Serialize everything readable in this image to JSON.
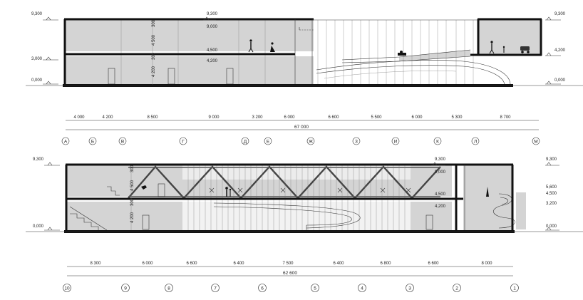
{
  "section_top": {
    "left_levels": [
      "9,300",
      "3,000",
      "0,000"
    ],
    "center_levels": [
      "9,300",
      "9,000",
      "4,500",
      "4,200"
    ],
    "right_levels": [
      "9,300",
      "4,200",
      "0,000"
    ],
    "vertical_dims": [
      "4 500",
      "300",
      "4 200",
      "300"
    ],
    "dimensions": [
      "4 000",
      "4 200",
      "8 500",
      "9 000",
      "3 200",
      "6 000",
      "6 600",
      "5 500",
      "6 000",
      "5 300",
      "8 700"
    ],
    "total": "67 000",
    "axes": [
      "А",
      "Б",
      "В",
      "Г",
      "Д",
      "Е",
      "Ж",
      "З",
      "И",
      "К",
      "Л",
      "М"
    ]
  },
  "section_bottom": {
    "left_levels": [
      "9,300",
      "0,000"
    ],
    "center_levels": [
      "9,300",
      "9,000",
      "4,500",
      "4,200"
    ],
    "right_levels": [
      "9,300",
      "5,600",
      "4,500",
      "3,200",
      "0,000"
    ],
    "vertical_dims": [
      "4 500",
      "300",
      "4 200",
      "300"
    ],
    "dimensions": [
      "8 300",
      "6 000",
      "6 600",
      "6 400",
      "7 500",
      "6 400",
      "6 800",
      "6 600",
      "8 000"
    ],
    "total": "62 600",
    "axes": [
      "10",
      "9",
      "8",
      "7",
      "6",
      "5",
      "4",
      "3",
      "2",
      "1"
    ]
  }
}
